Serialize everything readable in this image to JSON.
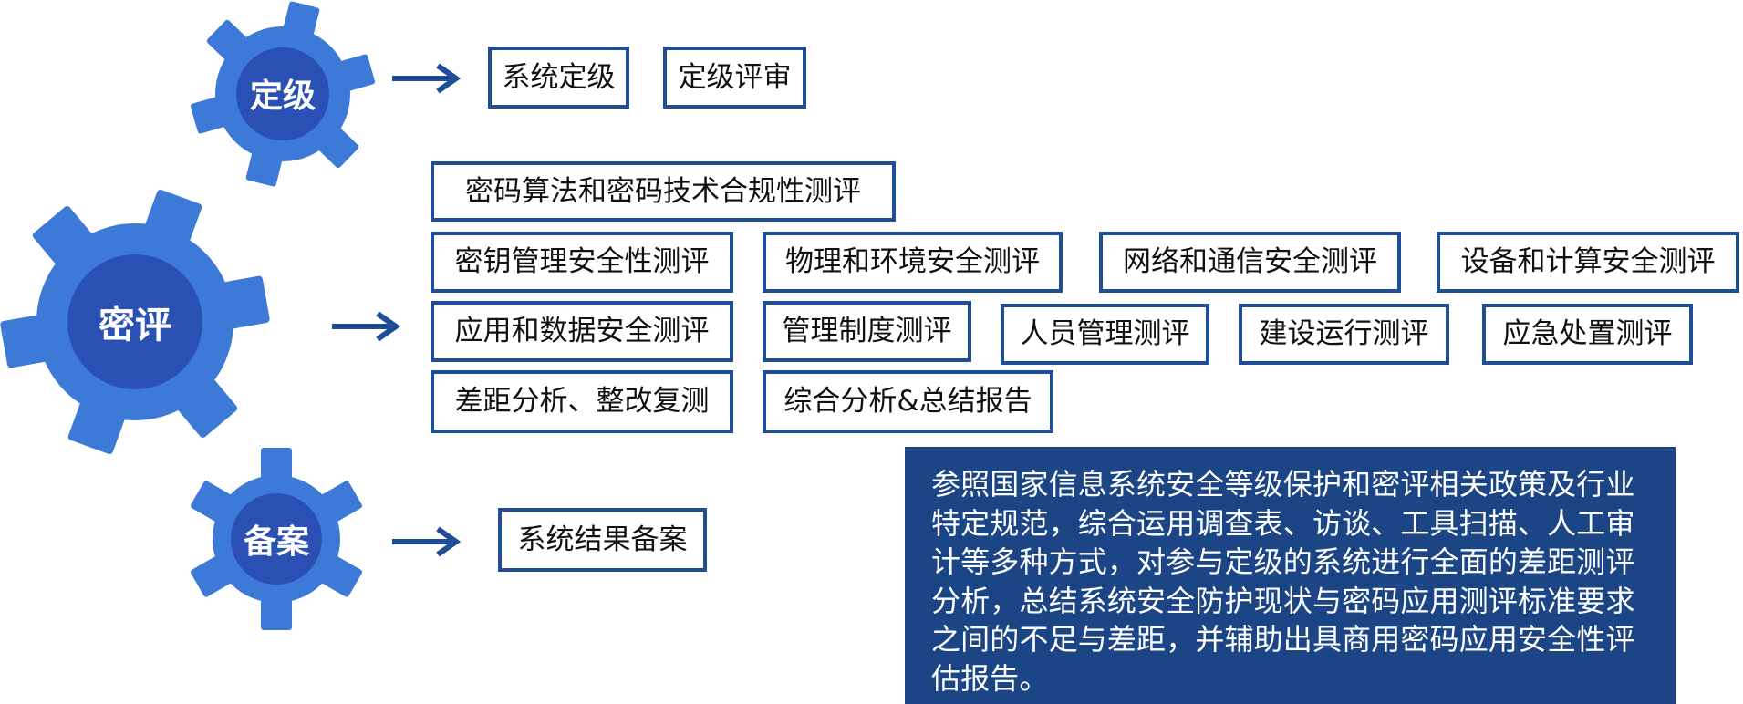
{
  "colors": {
    "gear_outer": "#3d79d6",
    "gear_inner": "#2b50b4",
    "box_border": "#1f4e96",
    "arrow": "#1f4e96",
    "panel_bg": "#1c4585"
  },
  "stages": [
    {
      "label": "定级",
      "items": [
        "系统定级",
        "定级评审"
      ]
    },
    {
      "label": "密评",
      "items": [
        "密码算法和密码技术合规性测评",
        "密钥管理安全性测评",
        "物理和环境安全测评",
        "网络和通信安全测评",
        "设备和计算安全测评",
        "应用和数据安全测评",
        "管理制度测评",
        "人员管理测评",
        "建设运行测评",
        "应急处置测评",
        "差距分析、整改复测",
        "综合分析&总结报告"
      ]
    },
    {
      "label": "备案",
      "items": [
        "系统结果备案"
      ]
    }
  ],
  "description": "参照国家信息系统安全等级保护和密评相关政策及行业特定规范，综合运用调查表、访谈、工具扫描、人工审计等多种方式，对参与定级的系统进行全面的差距测评分析，总结系统安全防护现状与密码应用测评标准要求之间的不足与差距，并辅助出具商用密码应用安全性评估报告。"
}
